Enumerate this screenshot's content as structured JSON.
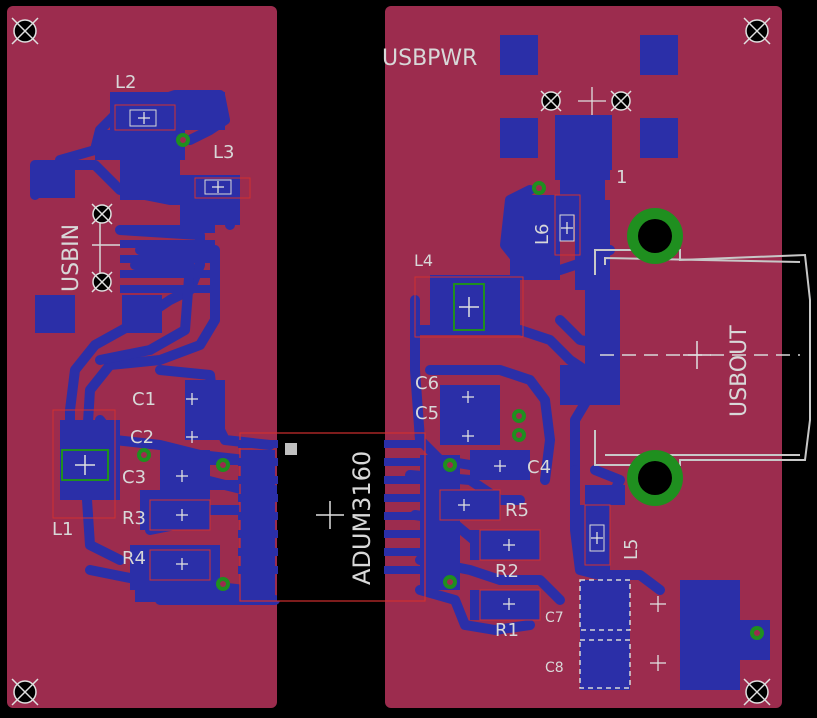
{
  "colors": {
    "background": "#000000",
    "board": "#9c2c4e",
    "copper_bottom": "#2b2fa8",
    "silk": "#d8d8d8",
    "via": "#1f8f1f",
    "outline": "#d03030"
  },
  "labels": {
    "usbin": "USBIN",
    "usbpwr": "USBPWR",
    "usbout": "USBOUT",
    "chip": "ADUM3160",
    "pin1": "1",
    "l1": "L1",
    "l2": "L2",
    "l3": "L3",
    "l4": "L4",
    "l5": "L5",
    "l6": "L6",
    "c1": "C1",
    "c2": "C2",
    "c3": "C3",
    "c4": "C4",
    "c5": "C5",
    "c6": "C6",
    "c7": "C7",
    "c8": "C8",
    "r1": "R1",
    "r2": "R2",
    "r3": "R3",
    "r4": "R4",
    "r5": "R5"
  },
  "icons": {
    "mounting_hole": "mounting-hole-icon",
    "via": "via-icon",
    "origin_cross": "origin-cross-icon"
  }
}
